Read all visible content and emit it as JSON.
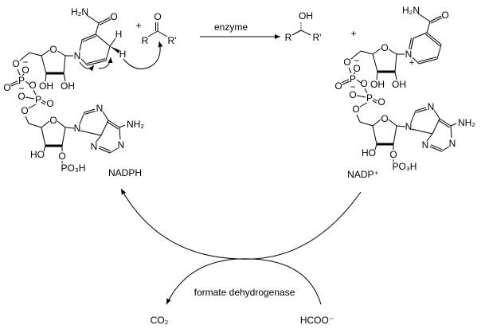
{
  "reaction": {
    "enzyme_label": "enzyme",
    "plus": "+",
    "ketone": {
      "O": "O",
      "R": "R",
      "R2": "R'"
    },
    "alcohol": {
      "OH": "OH",
      "R": "R",
      "R2": "R'"
    },
    "hydride": {
      "H": "H"
    }
  },
  "molecules": {
    "nadph_name": "NADPH",
    "nadp_name": "NADP⁺",
    "atoms": {
      "amide_n": "H₂N",
      "O": "O",
      "N": "N",
      "plus_charge": "+",
      "minus_charge": "−",
      "P": "P",
      "OH": "OH",
      "HO": "HO",
      "NH2": "NH₂",
      "PO3H": "PO₃H",
      "H": "H"
    }
  },
  "regeneration": {
    "enzyme_label": "formate dehydrogenase",
    "product": "CO₂",
    "substrate": "HCOO⁻"
  }
}
